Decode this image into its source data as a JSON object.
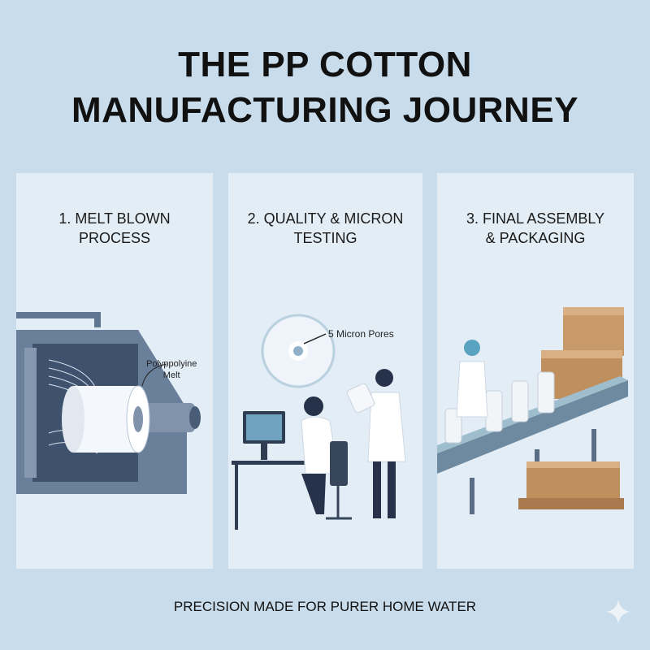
{
  "title_line1": "THE PP COTTON",
  "title_line2": "MANUFACTURING JOURNEY",
  "panels": [
    {
      "title_line1": "1. MELT BLOWN",
      "title_line2": "PROCESS",
      "callout_line1": "Polyppolyine",
      "callout_line2": "Melt"
    },
    {
      "title_line1": "2. QUALITY & MICRON",
      "title_line2": "TESTING",
      "callout": "5 Micron Pores"
    },
    {
      "title_line1": "3. FINAL ASSEMBLY",
      "title_line2": "& PACKAGING"
    }
  ],
  "footer": "PRECISION MADE FOR PURER HOME WATER",
  "colors": {
    "background": "#c8dceb",
    "panel": "#e2edf6",
    "machine": "#5f7591",
    "box": "#c89a6a"
  }
}
